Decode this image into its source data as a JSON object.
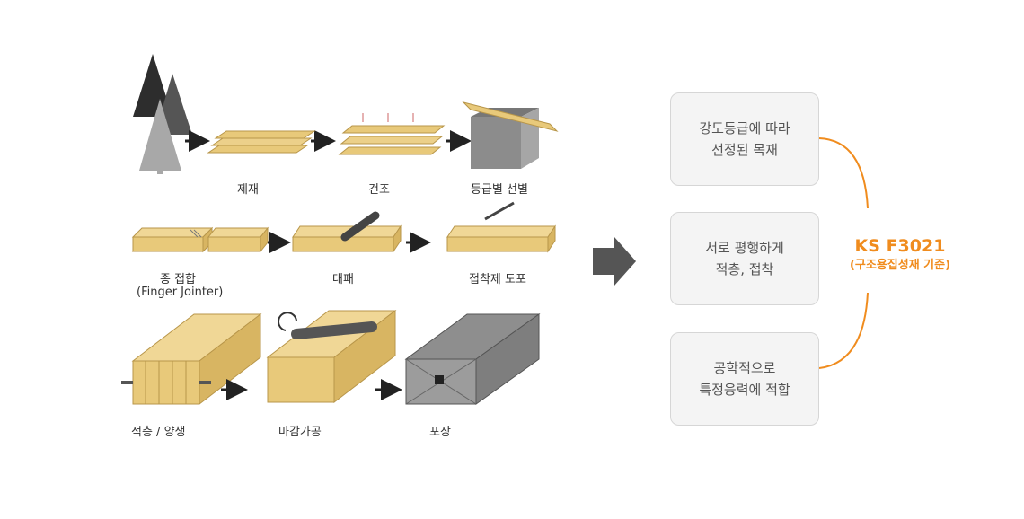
{
  "process_steps": {
    "sawing": "제재",
    "drying": "건조",
    "grading": "등급별 선별",
    "finger_joint": "종 접합",
    "finger_joint_en": "(Finger Jointer)",
    "planing": "대패",
    "glue_spreading": "접착제 도포",
    "laminating": "적층 / 양생",
    "finishing": "마감가공",
    "packaging": "포장"
  },
  "requirements": [
    {
      "line1": "강도등급에 따라",
      "line2": "선정된 목재"
    },
    {
      "line1": "서로 평행하게",
      "line2": "적층, 접착"
    },
    {
      "line1": "공학적으로",
      "line2": "특정응력에 적합"
    }
  ],
  "standard": {
    "code": "KS F3021",
    "name": "(구조용집성재 기준)"
  },
  "colors": {
    "accent": "#f08c1e",
    "wood": "#e8c97a",
    "box_bg": "#f4f4f4",
    "arrow": "#555555"
  },
  "icons": [
    "tree-icon",
    "arrow-right-icon",
    "large-arrow-icon"
  ]
}
